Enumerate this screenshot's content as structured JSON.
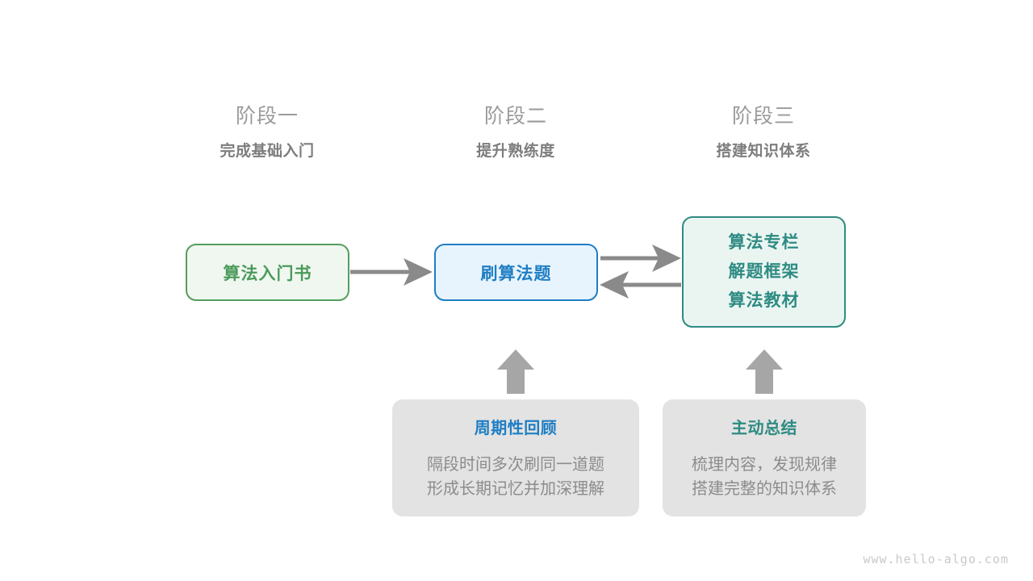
{
  "phases": [
    {
      "title": "阶段一",
      "subtitle": "完成基础入门"
    },
    {
      "title": "阶段二",
      "subtitle": "提升熟练度"
    },
    {
      "title": "阶段三",
      "subtitle": "搭建知识体系"
    }
  ],
  "nodes": {
    "book": {
      "label": "算法入门书"
    },
    "practice": {
      "label": "刷算法题"
    },
    "system": {
      "lines": [
        "算法专栏",
        "解题框架",
        "算法教材"
      ]
    }
  },
  "notes": [
    {
      "title": "周期性回顾",
      "body_lines": [
        "隔段时间多次刷同一道题",
        "形成长期记忆并加深理解"
      ]
    },
    {
      "title": "主动总结",
      "body_lines": [
        "梳理内容，发现规律",
        "搭建完整的知识体系"
      ]
    }
  ],
  "connectors": [
    {
      "name": "book-to-practice",
      "direction": "right"
    },
    {
      "name": "practice-to-system",
      "direction": "right"
    },
    {
      "name": "system-to-practice",
      "direction": "left"
    },
    {
      "name": "review-to-practice",
      "direction": "up"
    },
    {
      "name": "summary-to-system",
      "direction": "up"
    }
  ],
  "watermark": "www.hello-algo.com",
  "colors": {
    "green": "#4a9a5a",
    "blue": "#1f7ec4",
    "teal": "#2e8b82",
    "gray_text": "#8c8c8c",
    "gray_card": "#e3e3e3",
    "arrow": "#8a8a8a",
    "background": "#ffffff"
  }
}
